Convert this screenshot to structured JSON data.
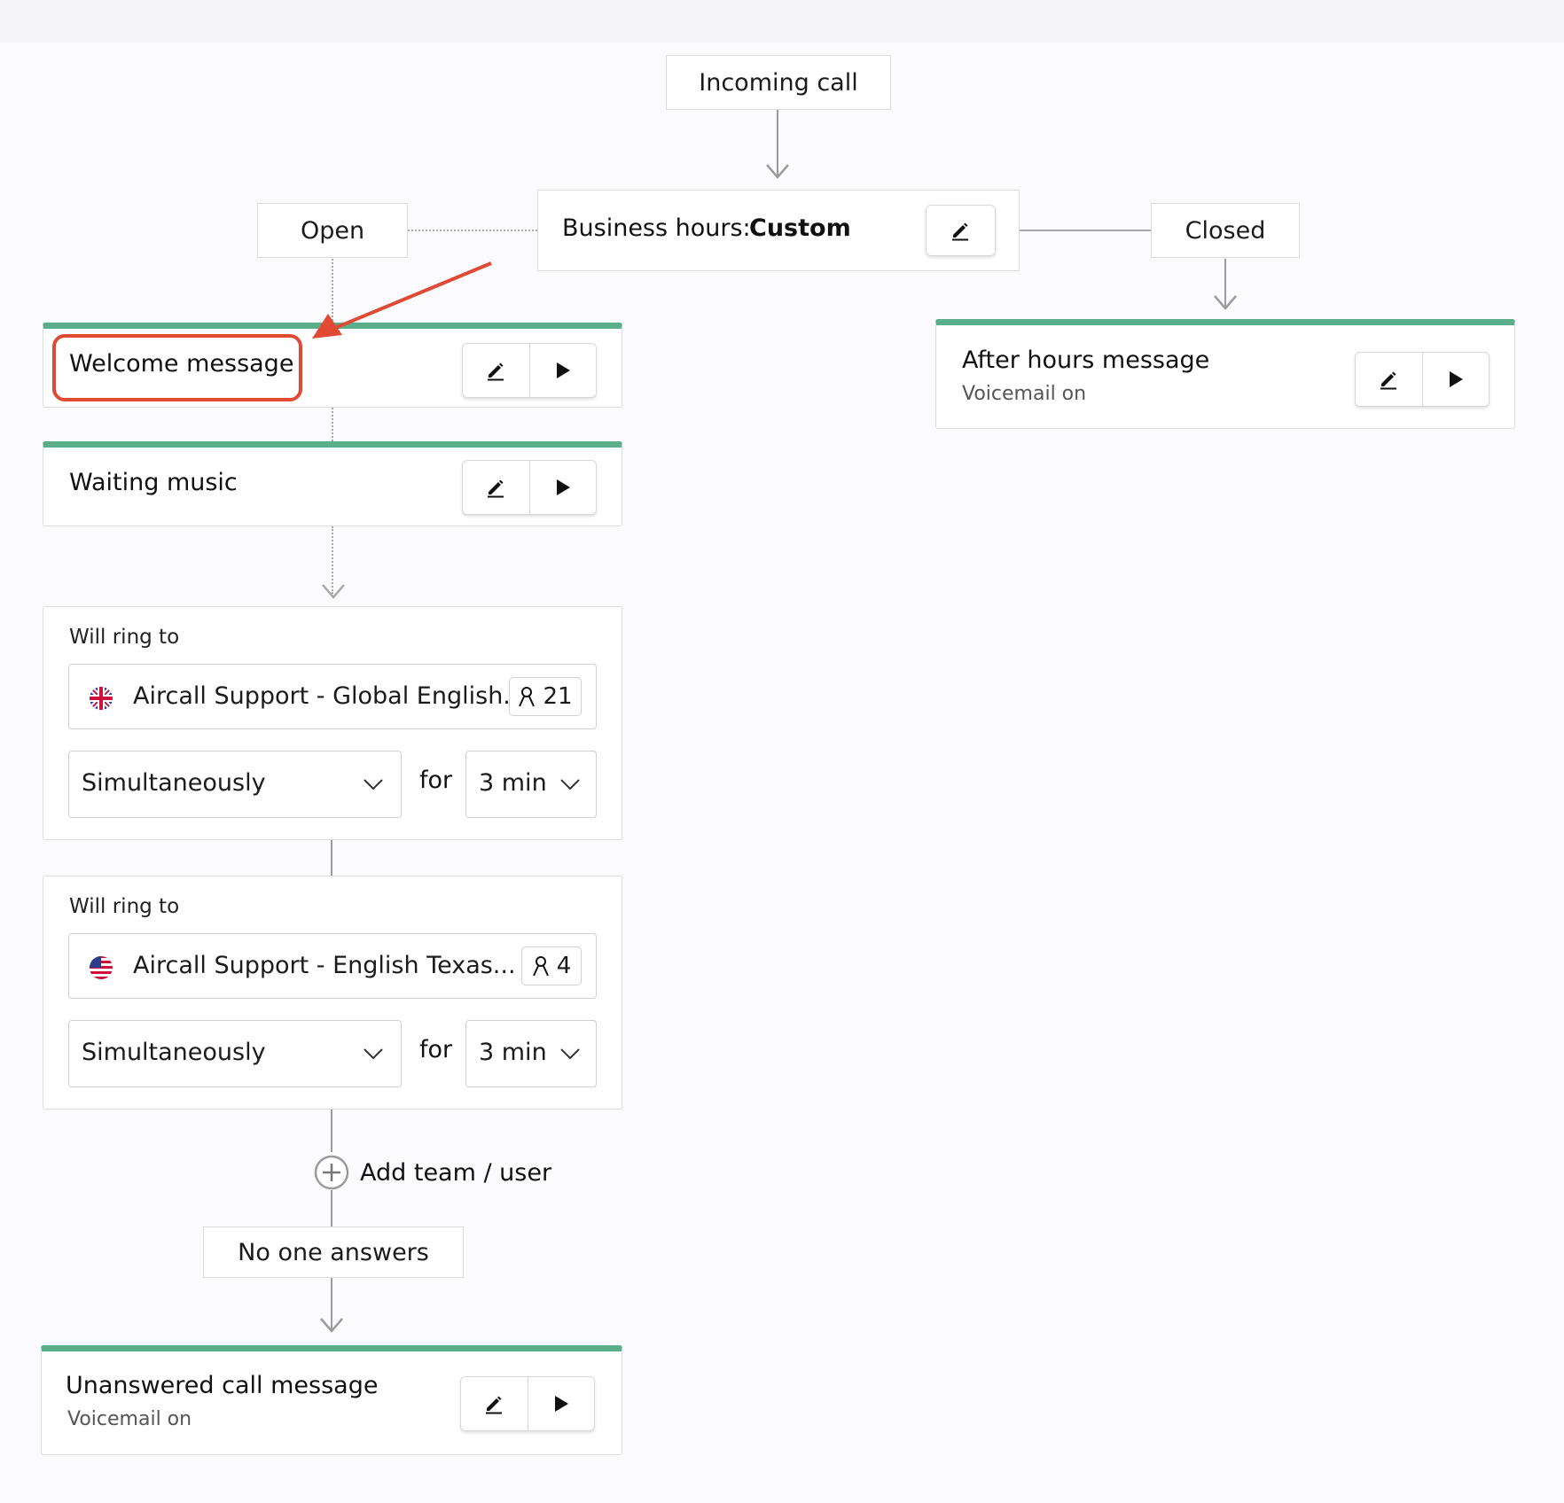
{
  "flow": {
    "incoming_call": "Incoming call",
    "business_hours": {
      "label": "Business hours:",
      "value": "Custom"
    },
    "open_label": "Open",
    "closed_label": "Closed",
    "welcome_message": {
      "title": "Welcome message"
    },
    "waiting_music": {
      "title": "Waiting music"
    },
    "after_hours": {
      "title": "After hours message",
      "subtitle": "Voicemail on"
    },
    "ring_groups": [
      {
        "heading": "Will ring to",
        "team": "Aircall Support - Global English...",
        "flag": "uk-flag",
        "members": "21",
        "strategy": "Simultaneously",
        "for_label": "for",
        "duration": "3 min"
      },
      {
        "heading": "Will ring to",
        "team": "Aircall Support - English Texas...",
        "flag": "us-flag",
        "members": "4",
        "strategy": "Simultaneously",
        "for_label": "for",
        "duration": "3 min"
      }
    ],
    "add_team_user": "Add team / user",
    "no_one_answers": "No one answers",
    "unanswered": {
      "title": "Unanswered call message",
      "subtitle": "Voicemail on"
    }
  },
  "colors": {
    "accent_green": "#5bae8a",
    "annotation_red": "#e04a35",
    "connector_gray": "#9a9a9f"
  },
  "icons": [
    "pencil-icon",
    "play-icon",
    "chevron-down-icon",
    "person-icon",
    "plus-circle-icon",
    "arrow-down-icon"
  ]
}
